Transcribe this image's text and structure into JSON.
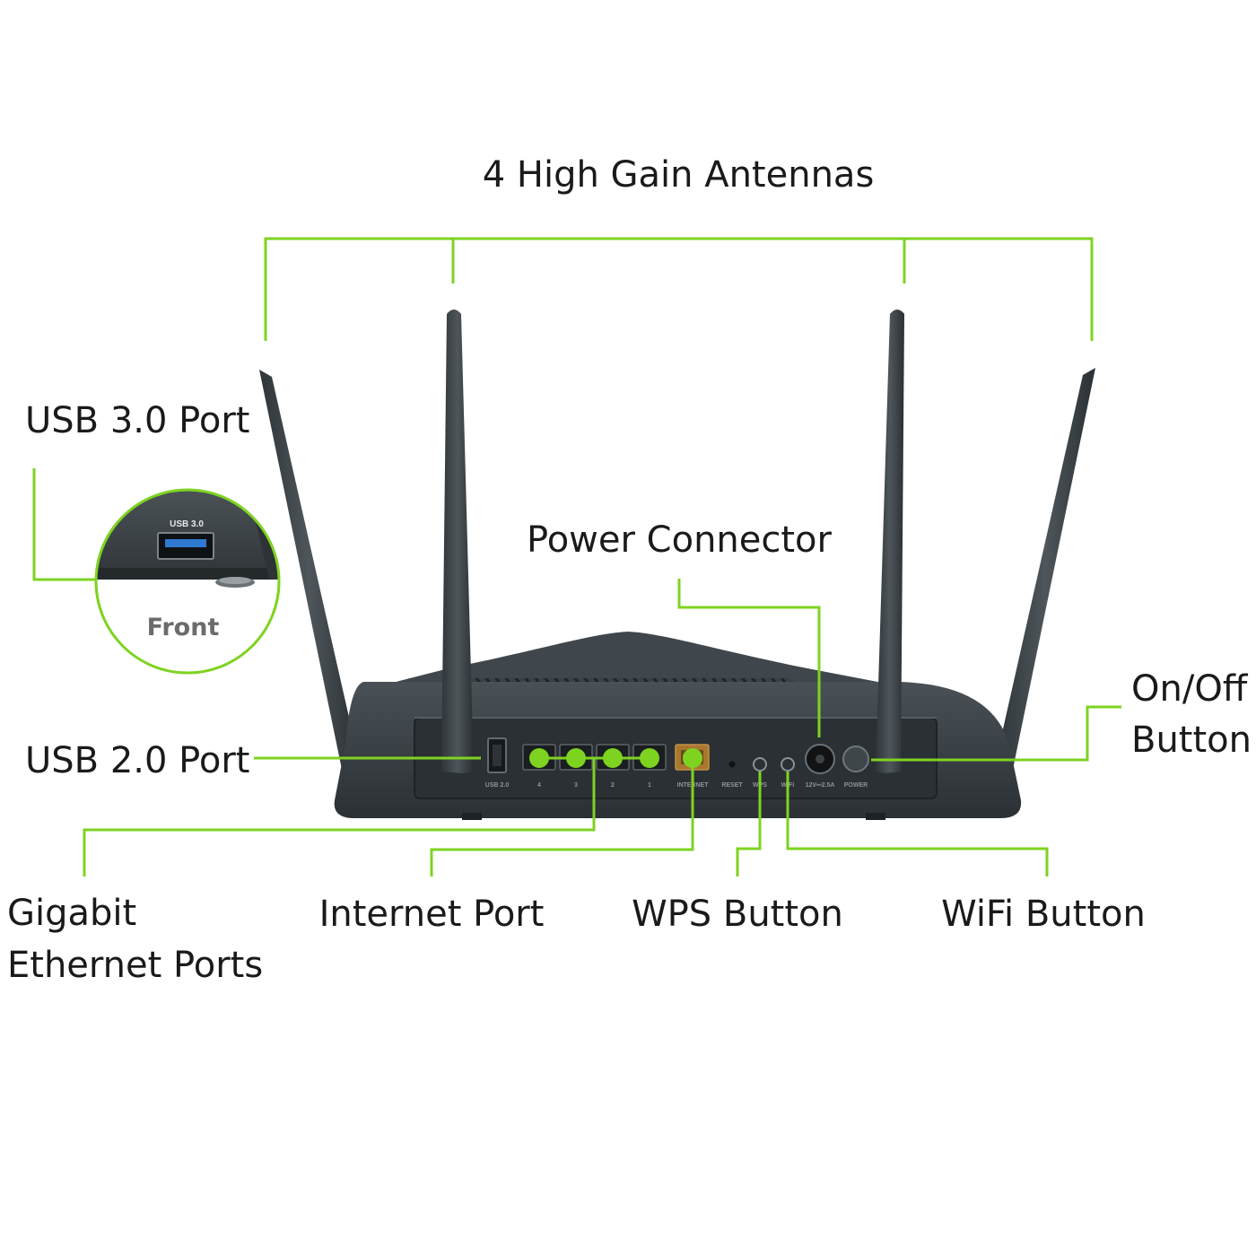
{
  "labels": {
    "antennas": "4 High Gain Antennas",
    "usb3": "USB 3.0 Port",
    "front": "Front",
    "power_connector": "Power Connector",
    "onoff_line1": "On/Off",
    "onoff_line2": "Button",
    "usb2": "USB 2.0 Port",
    "gigabit_line1": "Gigabit",
    "gigabit_line2": "Ethernet Ports",
    "internet": "Internet Port",
    "wps": "WPS Button",
    "wifi": "WiFi Button"
  },
  "panel_text": {
    "usb3_port": "USB 3.0",
    "usb2_port": "USB 2.0",
    "lan4": "4",
    "lan3": "3",
    "lan2": "2",
    "lan1": "1",
    "internet": "INTERNET",
    "reset": "RESET",
    "wps": "WPS",
    "wifi": "WiFi",
    "power_rating": "12V⎓2.5A",
    "power": "POWER"
  },
  "colors": {
    "accent": "#7ed321",
    "device": "#353c40",
    "label_text": "#1a1a1a"
  },
  "icons": {
    "device": "router-rear-view",
    "callout_marker": "green-dot"
  }
}
